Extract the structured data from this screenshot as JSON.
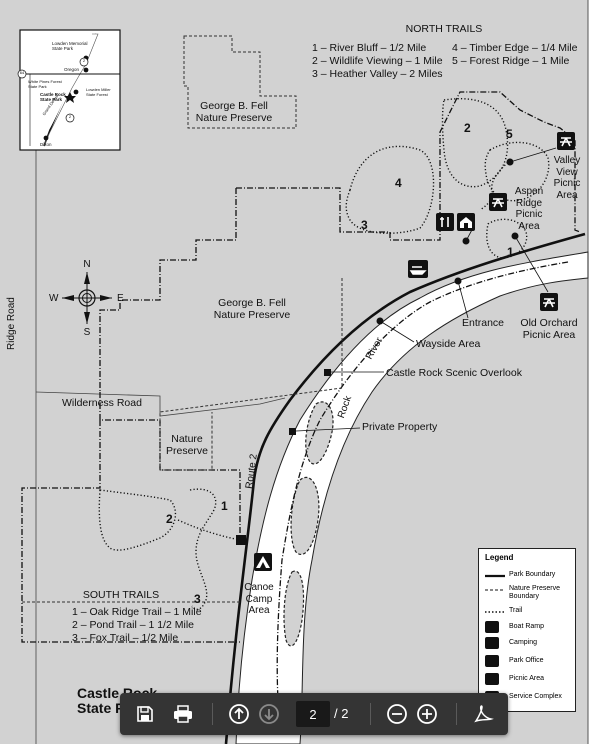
{
  "map": {
    "north_trails": {
      "title": "NORTH TRAILS",
      "items": [
        "1 – River Bluff – 1/2 Mile",
        "2 – Wildlife Viewing – 1 Mile",
        "3 – Heather Valley – 2 Miles",
        "4 – Timber Edge – 1/4 Mile",
        "5 – Forest Ridge – 1 Mile"
      ]
    },
    "south_trails": {
      "title": "SOUTH TRAILS",
      "items": [
        "1 – Oak Ridge Trail – 1 Mile",
        "2 – Pond Trail – 1 1/2 Mile",
        "3 – Fox Trail – 1/2 Mile"
      ]
    },
    "labels": {
      "preserve_north": "George B. Fell\nNature Preserve",
      "preserve_mid": "George B. Fell\nNature Preserve",
      "preserve_small": "Nature\nPreserve",
      "valley_view": "Valley\nView\nPicnic\nArea",
      "aspen_ridge": "Aspen\nRidge\nPicnic\nArea",
      "entrance": "Entrance",
      "old_orchard": "Old Orchard\nPicnic Area",
      "wayside": "Wayside Area",
      "scenic_overlook": "Castle Rock Scenic Overlook",
      "private_property": "Private Property",
      "ridge_road": "Ridge Road",
      "wilderness_road": "Wilderness Road",
      "route2": "Route 2",
      "river": "River",
      "rock": "Rock",
      "canoe": "Canoe\nCamp\nArea",
      "castle_title": "Castle Rock\nState Park",
      "compass_n": "N",
      "compass_s": "S",
      "compass_e": "E",
      "compass_w": "W"
    },
    "trail_numbers": {
      "n1": "1",
      "n2": "2",
      "n3": "3",
      "n4": "4",
      "n5": "5",
      "s1": "1",
      "s2": "2",
      "s3": "3"
    },
    "inset": {
      "lowden_memorial": "Lowden Memorial\nState Park",
      "oregon": "Oregon",
      "white_pines": "White Pines Forest\nState Park",
      "castle_rock": "Castle Rock\nState Park",
      "lowden_miller": "Lowden Miller\nState Forest",
      "grand_detour": "Grand Detour",
      "dixon": "Dixon",
      "r64": "64",
      "r2a": "2",
      "r2b": "2"
    },
    "legend": {
      "title": "Legend",
      "items": [
        "Park Boundary",
        "Nature Preserve\nBoundary",
        "Trail",
        "Boat Ramp",
        "Camping",
        "Park Office",
        "Picnic Area",
        "Service Complex"
      ]
    }
  },
  "toolbar": {
    "current_page": "2",
    "total_pages": "/ 2"
  },
  "colors": {
    "map_bg": "#d2d2d2",
    "river": "#ffffff",
    "ink": "#111111",
    "toolbar": "#343434"
  }
}
